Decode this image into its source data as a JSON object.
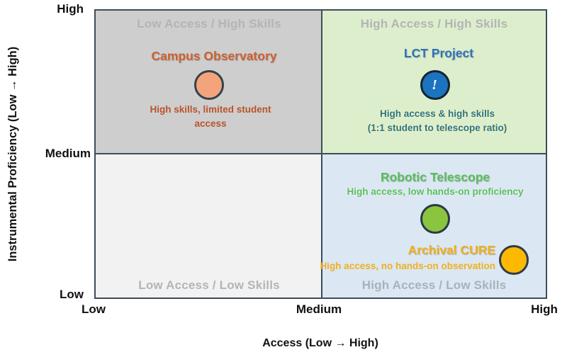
{
  "chart_data": {
    "type": "scatter",
    "subtype": "quadrant-chart",
    "xlabel": "Access (Low → High)",
    "ylabel": "Instrumental Proficiency (Low → High)",
    "x_ticks": [
      "Low",
      "Medium",
      "High"
    ],
    "y_ticks": [
      "Low",
      "Medium",
      "High"
    ],
    "grid": "2x2 quadrants, dark slate dividers",
    "legend": "none",
    "quadrants": [
      {
        "position": "top-left",
        "watermark": "Low Access / High Skills",
        "bg": "#cecece"
      },
      {
        "position": "top-right",
        "watermark": "High Access / High Skills",
        "bg": "#ddeecd"
      },
      {
        "position": "bottom-left",
        "watermark": "Low Access / Low Skills",
        "bg": "#f2f2f2"
      },
      {
        "position": "bottom-right",
        "watermark": "High Access / Low Skills",
        "bg": "#dbe7f3"
      }
    ],
    "points": [
      {
        "name": "Campus Observatory",
        "x": 0.25,
        "y": 0.74,
        "marker": "circle",
        "marker_color": "#f4a47b",
        "label_color": "#c96232",
        "note": "High skills, limited student access"
      },
      {
        "name": "LCT Project",
        "x": 0.75,
        "y": 0.74,
        "marker": "circle with ! glyph",
        "marker_color": "#1c73c0",
        "label_color": "#2d73b8",
        "note": "High access & high skills (1:1 student to telescope ratio)"
      },
      {
        "name": "Robotic Telescope",
        "x": 0.75,
        "y": 0.28,
        "marker": "circle",
        "marker_color": "#8bc43e",
        "label_color": "#5abe5e",
        "note": "High access, low hands-on proficiency"
      },
      {
        "name": "Archival CURE",
        "x": 0.92,
        "y": 0.14,
        "marker": "circle",
        "marker_color": "#fdb900",
        "label_color": "#f1b01c",
        "note": "High access, no hands-on observation"
      }
    ],
    "colors": {
      "border": "#3d4c58",
      "watermark_gray": "#b4b4b4",
      "axis_text": "#111111"
    }
  },
  "axes": {
    "y_title": "Instrumental Proficiency (Low → High)",
    "y_tick_high": "High",
    "y_tick_medium": "Medium",
    "y_tick_low": "Low",
    "x_tick_low": "Low",
    "x_tick_medium": "Medium",
    "x_tick_high": "High",
    "x_title": "Access (Low → High)"
  },
  "annotations": {
    "campus_title": "Campus Observatory",
    "campus_note_line1": "High skills, limited student",
    "campus_note_line2": "access",
    "lct_title": "LCT Project",
    "lct_marker_glyph": "!",
    "lct_note_line1": "High access & high skills",
    "lct_note_line2": "(1:1 student to telescope ratio)",
    "robotic_title": "Robotic Telescope",
    "robotic_note": "High access, low hands-on proficiency",
    "archival_title": "Archival CURE",
    "archival_note": "High access, no hands-on observation"
  }
}
